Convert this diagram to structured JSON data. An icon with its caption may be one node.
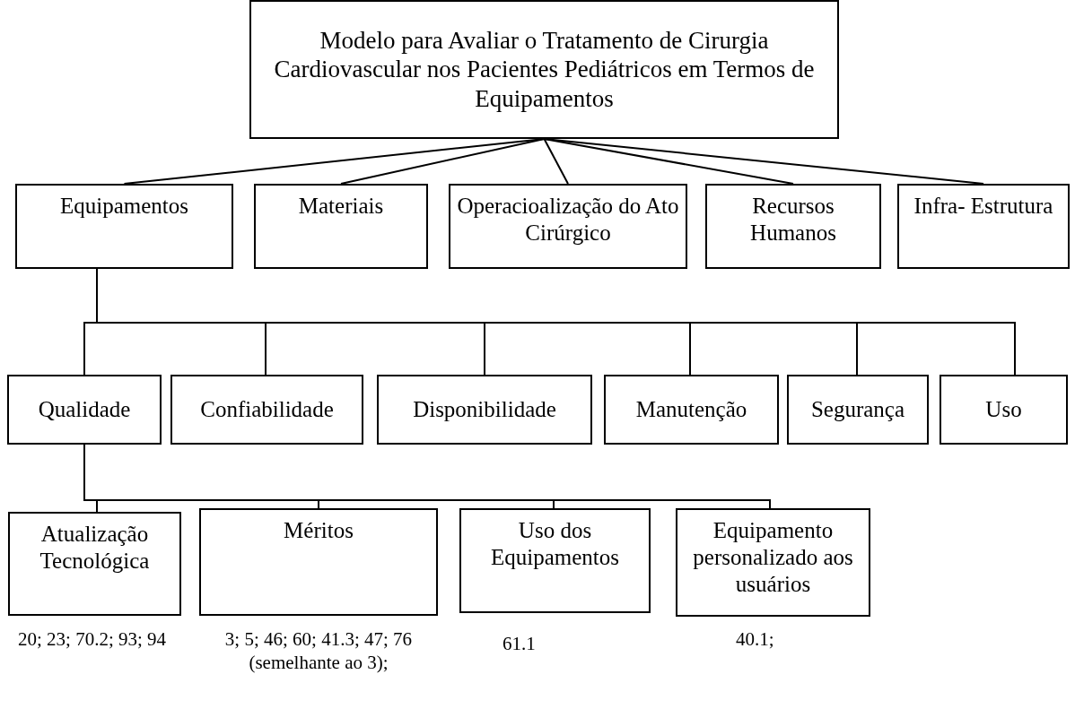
{
  "diagram": {
    "nodes": [
      {
        "text": [
          "Modelo para Avaliar o Tratamento de Cirurgia Cardiovascular nos Pacientes Pediátricos em Termos de Equipamentos"
        ]
      },
      {
        "text": [
          "Equipamentos"
        ]
      },
      {
        "text": [
          "Materiais"
        ]
      },
      {
        "text": [
          "Operacioalização do Ato Cirúrgico"
        ]
      },
      {
        "text": [
          "Recursos Humanos"
        ]
      },
      {
        "text": [
          "Infra- Estrutura"
        ]
      },
      {
        "text": [
          "Qualidade"
        ]
      },
      {
        "text": [
          "Confiabilidade"
        ]
      },
      {
        "text": [
          "Disponibilidade"
        ]
      },
      {
        "text": [
          "Manutenção"
        ]
      },
      {
        "text": [
          "Segurança"
        ]
      },
      {
        "text": [
          "Uso"
        ]
      },
      {
        "text": [
          "Atualização Tecnológica"
        ],
        "beside": [
          "20; 23; 70.2; 93; 94"
        ]
      },
      {
        "text": [
          "Méritos"
        ],
        "beside": [
          "3; 5; 46; 60; 41.3; 47; 76 (semelhante ao 3);"
        ]
      },
      {
        "text": [
          "Uso dos Equipamentos"
        ],
        "beside": [
          "61.1"
        ]
      },
      {
        "text": [
          "Equipamento personalizado aos usuários"
        ],
        "beside": [
          "40.1;"
        ]
      }
    ],
    "edges": [
      {
        "from": 0,
        "to": 1,
        "arrow": "none"
      },
      {
        "from": 0,
        "to": 2,
        "arrow": "none"
      },
      {
        "from": 0,
        "to": 3,
        "arrow": "none"
      },
      {
        "from": 0,
        "to": 4,
        "arrow": "none"
      },
      {
        "from": 0,
        "to": 5,
        "arrow": "none"
      },
      {
        "from": 1,
        "to": 6,
        "arrow": "none"
      },
      {
        "from": 1,
        "to": 7,
        "arrow": "none"
      },
      {
        "from": 1,
        "to": 8,
        "arrow": "none"
      },
      {
        "from": 1,
        "to": 9,
        "arrow": "none"
      },
      {
        "from": 1,
        "to": 10,
        "arrow": "none"
      },
      {
        "from": 1,
        "to": 11,
        "arrow": "none"
      },
      {
        "from": 6,
        "to": 12,
        "arrow": "none"
      },
      {
        "from": 6,
        "to": 13,
        "arrow": "none"
      },
      {
        "from": 6,
        "to": 14,
        "arrow": "none"
      },
      {
        "from": 6,
        "to": 15,
        "arrow": "none"
      }
    ]
  }
}
